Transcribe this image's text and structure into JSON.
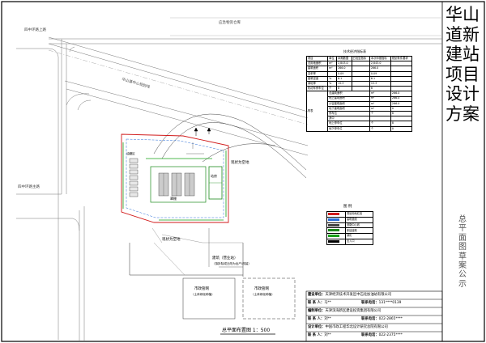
{
  "drawing": {
    "vertical_title": "华山道新建站项目设计方案",
    "vertical_subtitle": "总平面图草案公示",
    "scale_label": "总平面布置图  1：500"
  },
  "roads": {
    "top_road": "应急物资仓库",
    "left_top_road": "四中环路上路",
    "left_road": "四中环路主路",
    "diag_road": "华山道中心规划线",
    "reserve_plot": "现状为空地",
    "vacant_plot": "现状为空地",
    "note_label": "建筑（营业站）",
    "note_sub": "（拟拆除或迁改为出产/改装）",
    "block_left": "市政管网",
    "block_left_sub": "（土体绿化种植）",
    "block_right": "市政管网",
    "block_right_sub": "（土体绿化种植）",
    "site_room": "站房",
    "canopy": "罩棚",
    "legend_tank": "油罐区"
  },
  "index_table": {
    "title": "技术经济指标表",
    "header": [
      "项目",
      "单位",
      "本期数据",
      "已批复指标",
      "本次申报指标",
      "规划条件要求"
    ],
    "rows": [
      [
        "总用地面积",
        "m²",
        "2,843.0",
        "",
        "2,843.0",
        ""
      ],
      [
        "建筑面积",
        "m²",
        "266.0",
        "",
        "266.0",
        ""
      ],
      [
        "容积率",
        "",
        "0.09",
        "",
        "0.09",
        ""
      ],
      [
        "建筑密度",
        "%",
        "6.1",
        "",
        "6.1",
        ""
      ],
      [
        "绿地率",
        "%",
        "15.3",
        "",
        "15.3",
        ""
      ],
      [
        "机动车停车位",
        "个",
        "8",
        "",
        "8",
        ""
      ]
    ],
    "section_label": "附表",
    "section_rows": [
      [
        "总建筑面积",
        "m²",
        "266.0"
      ],
      [
        "地上建筑面积",
        "m²",
        "266.0"
      ],
      [
        "计容建筑面积",
        "m²",
        "266.0"
      ],
      [
        "地下建筑面积",
        "m²",
        "0"
      ],
      [
        "停车位",
        "个",
        "8"
      ],
      [
        "其中",
        "",
        ""
      ],
      [
        "地上停车位",
        "个",
        "8"
      ],
      [
        "地下停车位",
        "个",
        "0"
      ]
    ]
  },
  "legend": {
    "title": "图 例",
    "items": [
      {
        "label": "规划用地红线",
        "color": "#d11a1a"
      },
      {
        "label": "建筑退线",
        "color": "#2a6ed8"
      },
      {
        "label": "道路中心线",
        "color": "#444444"
      },
      {
        "label": "新建建筑",
        "color": "#1c8a1c"
      },
      {
        "label": "绿化",
        "color": "#18a018"
      },
      {
        "label": "出入口",
        "color": "#000000"
      }
    ]
  },
  "title_block": {
    "rows": [
      {
        "k": "建设单位：",
        "v": "天津经济技术开发区中石化加油站有限公司",
        "k2": "",
        "v2": ""
      },
      {
        "k": "联 系 人：",
        "v": "马**",
        "k2": "联系电话：",
        "v2": "131****0139"
      },
      {
        "k": "编制单位：",
        "v": "天津滨海新区建设投资集团有限公司",
        "k2": "",
        "v2": ""
      },
      {
        "k": "联 系 人：",
        "v": "刘**",
        "k2": "联系电话：",
        "v2": "022-2865****"
      },
      {
        "k": "设计单位：",
        "v": "中国市政工程华北设计研究总院有限公司",
        "k2": "",
        "v2": ""
      },
      {
        "k": "联 系 人：",
        "v": "刘**",
        "k2": "联系电话：",
        "v2": "022-2375****"
      }
    ]
  }
}
